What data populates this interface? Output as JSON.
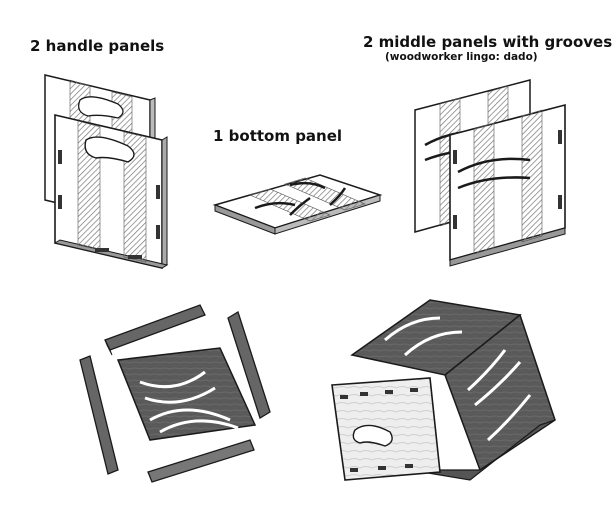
{
  "labels": {
    "handle_panels": "2 handle panels",
    "bottom_panel": "1 bottom panel",
    "middle_panels": "2 middle panels with grooves",
    "middle_panels_note": "(woodworker lingo: dado)"
  },
  "colors": {
    "outline": "#1a1a1a",
    "panel_face": "#ffffff",
    "hatch": "#8a8a8a",
    "wood_dark": "#555555",
    "wood_light": "#e6e6e6"
  }
}
